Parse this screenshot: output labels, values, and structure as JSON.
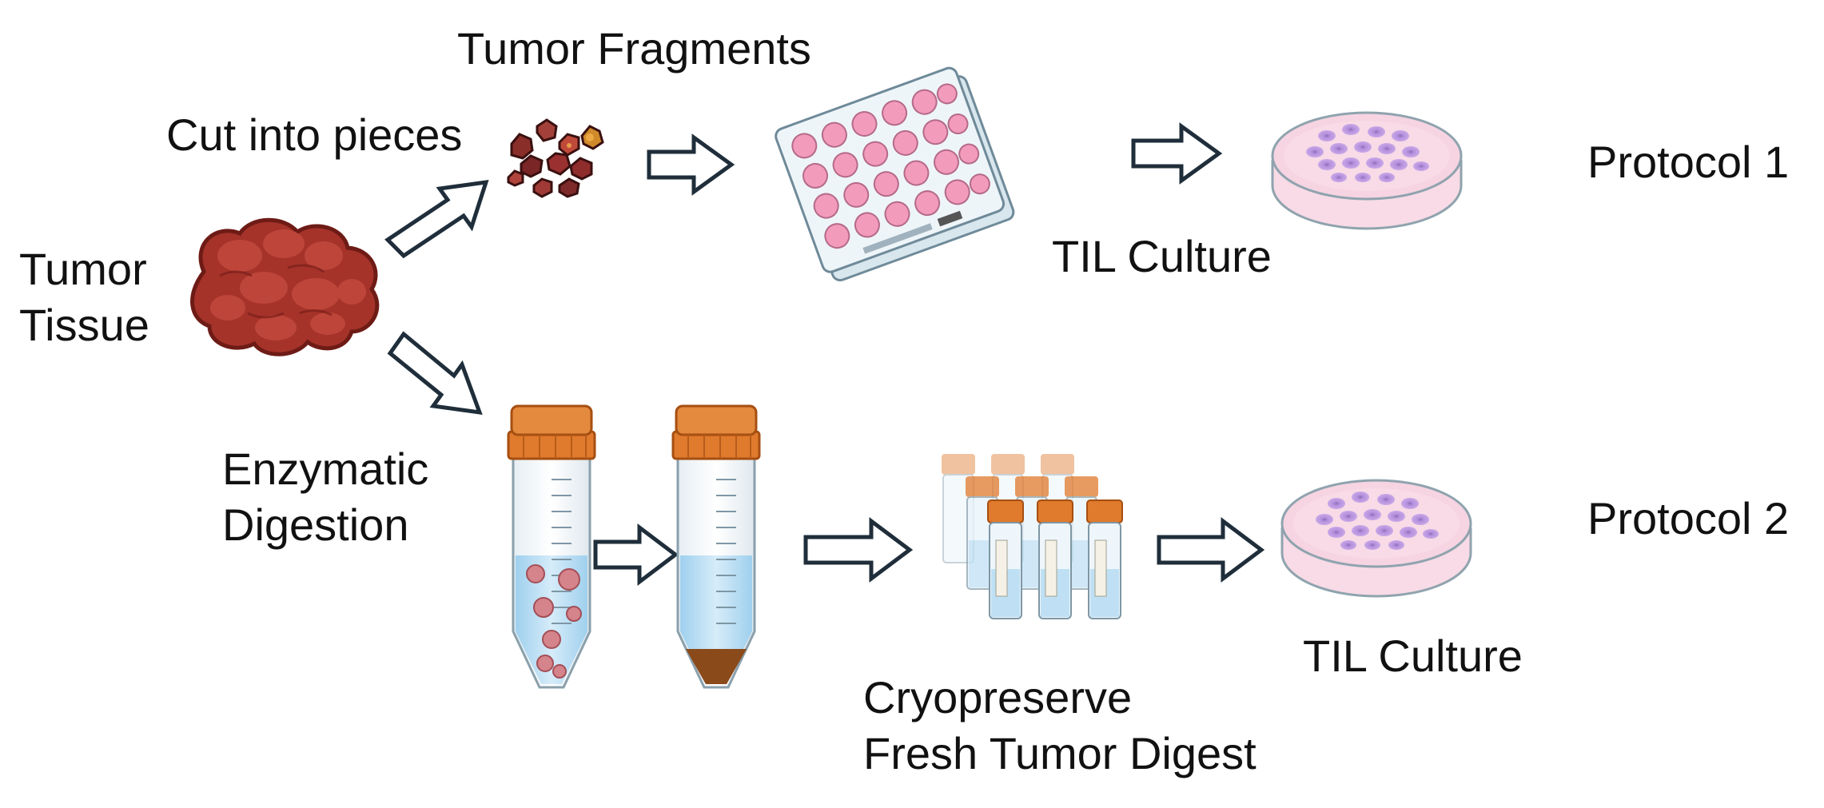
{
  "labels": {
    "tumor_fragments": "Tumor Fragments",
    "cut_into_pieces": "Cut into pieces",
    "tumor_tissue_line1": "Tumor",
    "tumor_tissue_line2": "Tissue",
    "til_culture_top": "TIL Culture",
    "protocol_1": "Protocol 1",
    "enzymatic_line1": "Enzymatic",
    "enzymatic_line2": "Digestion",
    "cryo_line1": "Cryopreserve",
    "cryo_line2": "Fresh Tumor Digest",
    "til_culture_bottom": "TIL Culture",
    "protocol_2": "Protocol 2"
  },
  "colors": {
    "tissue": "#a5332a",
    "tissue_dark": "#7a1f1a",
    "well_pink": "#f29bbb",
    "dish_pink": "#f8dbe6",
    "cell_purple": "#c39be0",
    "cap_orange": "#e07a2c",
    "liquid_blue": "#bfe0f4",
    "arrow_stroke": "#1f2e3a"
  }
}
